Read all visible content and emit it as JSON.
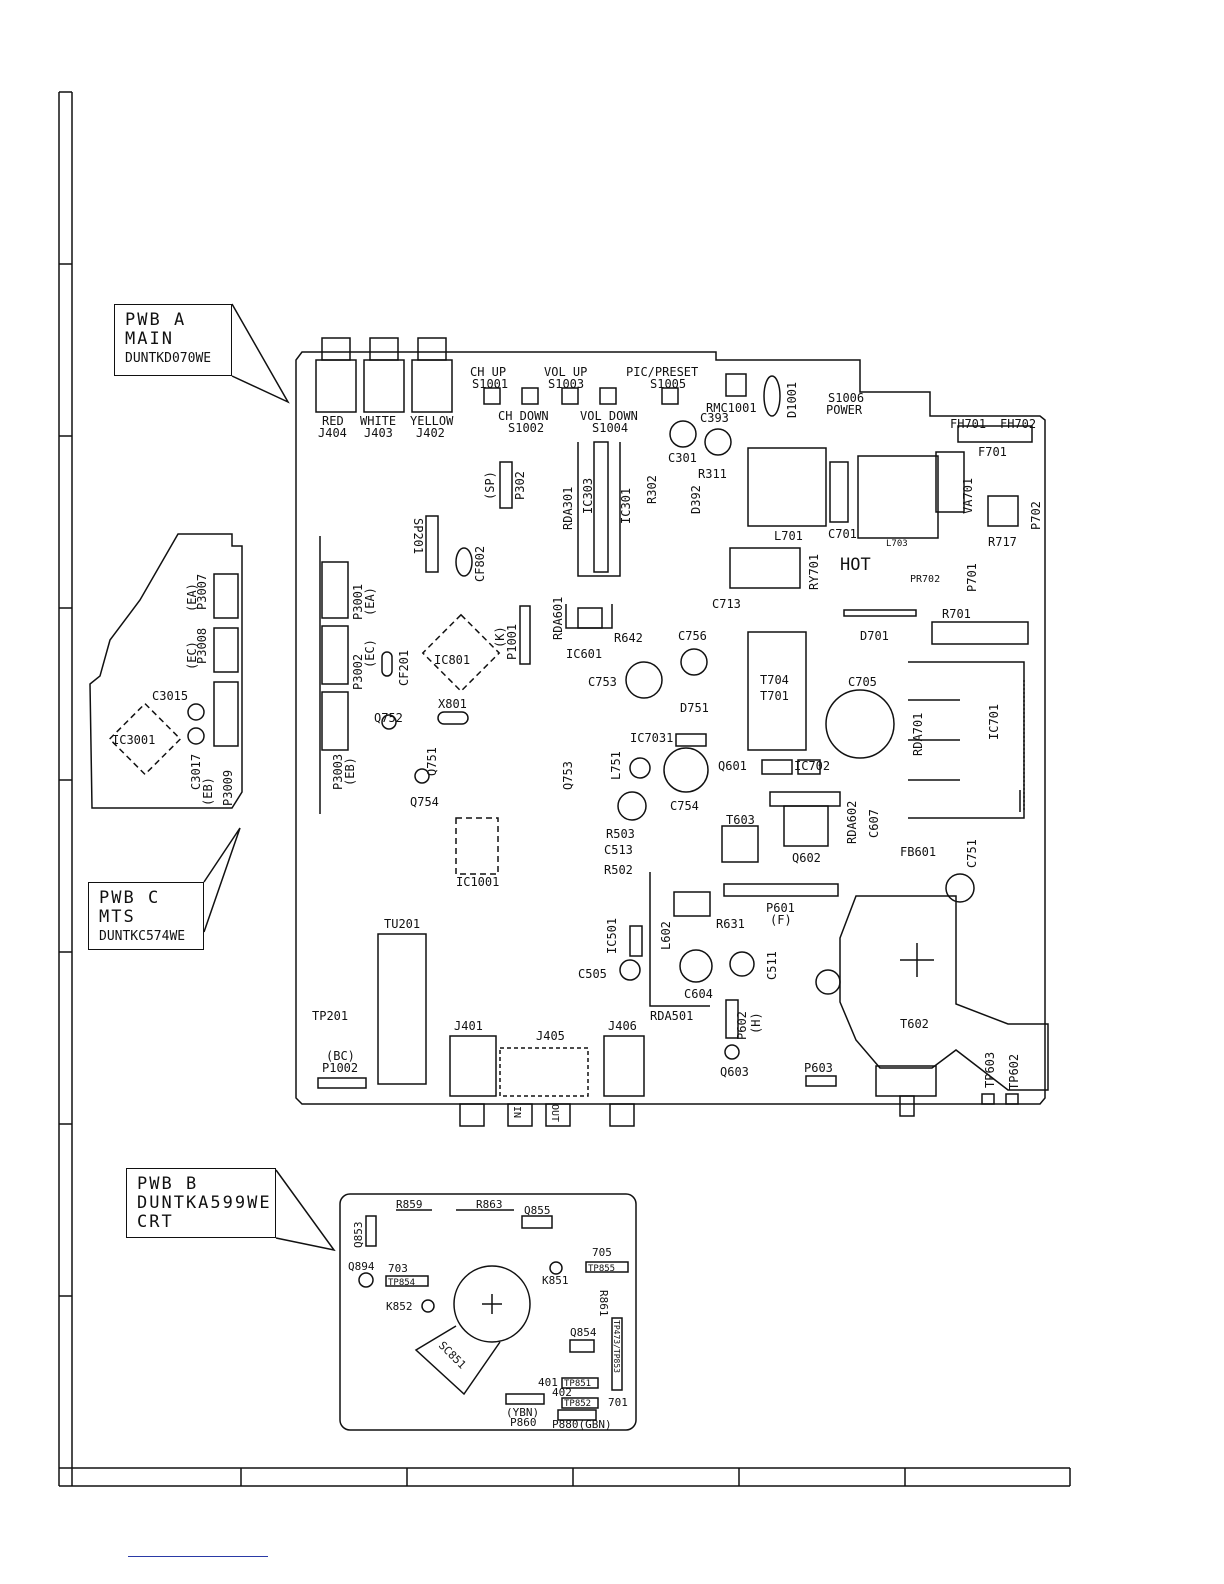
{
  "callouts": {
    "pwb_a": {
      "line1": "PWB A",
      "line2": "MAIN",
      "line3": "DUNTKD070WE"
    },
    "pwb_c": {
      "line1": "PWB C",
      "line2": "MTS",
      "line3": "DUNTKC574WE"
    },
    "pwb_b": {
      "line1": "PWB B",
      "line2": "DUNTKA599WE",
      "line3": "CRT"
    }
  },
  "board_a_labels": {
    "red": "RED",
    "white": "WHITE",
    "yellow": "YELLOW",
    "j404": "J404",
    "j403": "J403",
    "j402": "J402",
    "ch_up": "CH UP",
    "s1001": "S1001",
    "ch_down": "CH DOWN",
    "s1002": "S1002",
    "vol_up": "VOL UP",
    "s1003": "S1003",
    "vol_down": "VOL DOWN",
    "s1004": "S1004",
    "pic_preset": "PIC/PRESET",
    "s1005": "S1005",
    "rmc1001": "RMC1001",
    "d1001": "D1001",
    "s1006": "S1006",
    "power": "POWER",
    "fh701": "FH701",
    "fh702": "FH702",
    "f701": "F701",
    "c301": "C301",
    "c393": "C393",
    "r311": "R311",
    "r302": "R302",
    "d392": "D392",
    "l701": "L701",
    "c701": "C701",
    "l703": "L703",
    "va701": "VA701",
    "p702": "P702",
    "r717": "R717",
    "ry701": "RY701",
    "hot": "HOT",
    "pr702": "PR702",
    "p701": "P701",
    "sp": "(SP)",
    "p302": "P302",
    "rda301": "RDA301",
    "ic303": "IC303",
    "ic301": "IC301",
    "sp201": "SP201",
    "cf802": "CF802",
    "p3001": "P3001",
    "ea": "(EA)",
    "p3002": "P3002",
    "ec": "(EC)",
    "cf201": "CF201",
    "ic801": "IC801",
    "k": "(K)",
    "p1001": "P1001",
    "x801": "X801",
    "rda601": "RDA601",
    "ic601": "IC601",
    "r642": "R642",
    "c756": "C756",
    "c753": "C753",
    "c713": "C713",
    "d701": "D701",
    "r701": "R701",
    "t704": "T704",
    "t701": "T701",
    "c705": "C705",
    "rda701": "RDA701",
    "ic701": "IC701",
    "d751": "D751",
    "ic7031": "IC7031",
    "q601": "Q601",
    "ic702": "IC702",
    "l751": "L751",
    "c754": "C754",
    "q753": "Q753",
    "p3003": "P3003",
    "eb": "(EB)",
    "q752": "Q752",
    "q751": "Q751",
    "q754": "Q754",
    "r503": "R503",
    "c513": "C513",
    "r502": "R502",
    "t603": "T603",
    "q602": "Q602",
    "rda602": "RDA602",
    "c607": "C607",
    "fb601": "FB601",
    "c751": "C751",
    "ic1001": "IC1001",
    "p601": "P601",
    "f": "(F)",
    "tu201": "TU201",
    "ic501": "IC501",
    "l602": "L602",
    "r631": "R631",
    "c511": "C511",
    "c505": "C505",
    "c604": "C604",
    "rda501": "RDA501",
    "p602": "P602",
    "h": "(H)",
    "q603": "Q603",
    "p603": "P603",
    "t602": "T602",
    "tp603": "TP603",
    "tp602": "TP602",
    "tp201": "TP201",
    "bc": "(BC)",
    "p1002": "P1002",
    "j401": "J401",
    "j405": "J405",
    "j406": "J406",
    "in": "IN",
    "out": "OUT"
  },
  "board_c_labels": {
    "p3007": "P3007",
    "ea": "(EA)",
    "p3008": "P3008",
    "ec": "(EC)",
    "c3015": "C3015",
    "ic3001": "IC3001",
    "c3017": "C3017",
    "eb": "(EB)",
    "p3009": "P3009"
  },
  "board_b_labels": {
    "r859": "R859",
    "r863": "R863",
    "q855": "Q855",
    "q853": "Q853",
    "q894": "Q894",
    "n703": "703",
    "tp854": "TP854",
    "n705": "705",
    "tp855": "TP855",
    "k851": "K851",
    "k852": "K852",
    "r861": "R861",
    "sc851": "SC851",
    "q854": "Q854",
    "tp": "TP473/TP853",
    "n401": "401",
    "tp851": "TP851",
    "n402": "402",
    "tp852": "TP852",
    "n701": "701",
    "ybn": "(YBN)",
    "p860": "P860",
    "p880": "P880(GBN)"
  }
}
